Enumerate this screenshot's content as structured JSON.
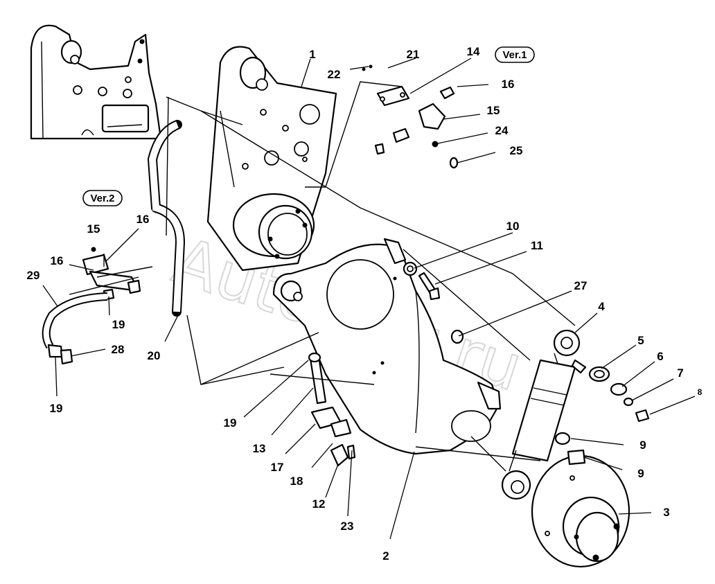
{
  "watermark": "AutoSoft.ru",
  "variants": {
    "ver1": "Ver.1",
    "ver2": "Ver.2"
  },
  "callouts": [
    "1",
    "2",
    "3",
    "4",
    "5",
    "6",
    "7",
    "8",
    "9",
    "9",
    "10",
    "11",
    "12",
    "13",
    "14",
    "15",
    "16",
    "17",
    "18",
    "19",
    "20",
    "21",
    "22",
    "23",
    "24",
    "25",
    "27",
    "15",
    "16",
    "16",
    "29",
    "19",
    "19",
    "28"
  ]
}
